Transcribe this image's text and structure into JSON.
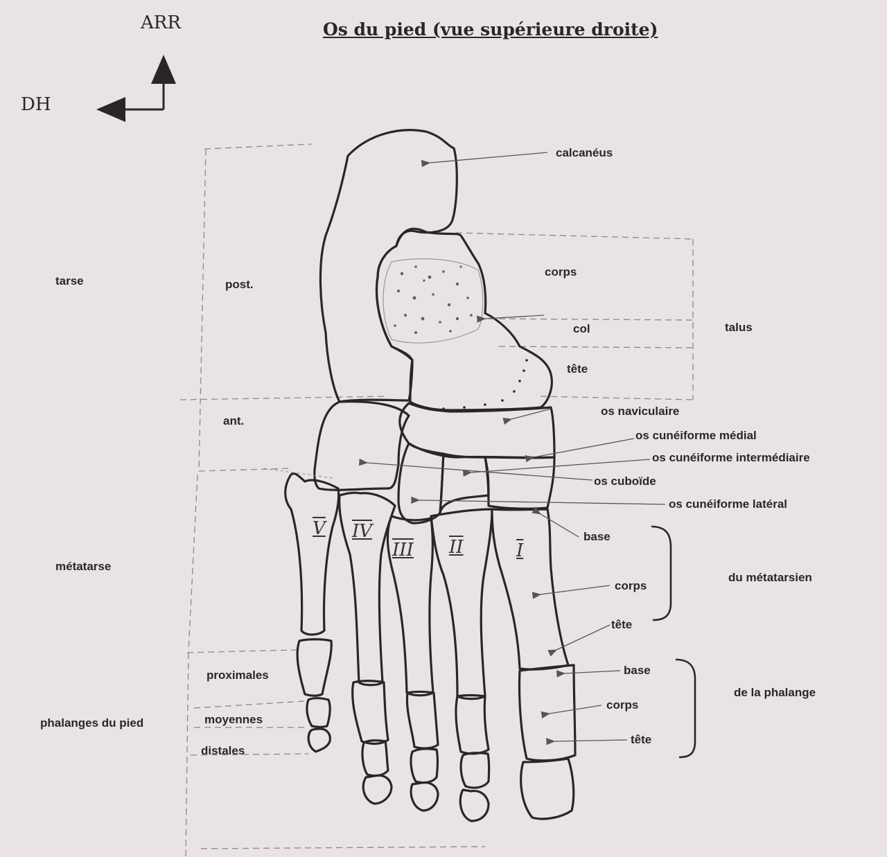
{
  "title": "Os du pied (vue supérieure droite)",
  "orientation": {
    "arr": "ARR",
    "dh": "DH"
  },
  "regions": {
    "tarse": "tarse",
    "metatarse": "métatarse",
    "phalanges": "phalanges du pied"
  },
  "tarse_parts": {
    "post": "post.",
    "ant": "ant."
  },
  "phalanx_rows": {
    "proximales": "proximales",
    "moyennes": "moyennes",
    "distales": "distales"
  },
  "bones": {
    "calcaneus": "calcanéus",
    "corps": "corps",
    "col": "col",
    "tete": "tête",
    "talus": "talus",
    "naviculaire": "os naviculaire",
    "cuneiforme_medial": "os cunéiforme médial",
    "cuneiforme_intermediaire": "os cunéiforme intermédiaire",
    "cuboide": "os cuboïde",
    "cuneiforme_lateral": "os cunéiforme latéral"
  },
  "metatarsal_parts": {
    "base": "base",
    "corps": "corps",
    "tete": "tête",
    "group": "du métatarsien"
  },
  "phalanx_parts": {
    "base": "base",
    "corps": "corps",
    "tete": "tête",
    "group": "de la phalange"
  },
  "numerals": {
    "I": "I",
    "II": "II",
    "III": "III",
    "IV": "IV",
    "V": "V"
  },
  "colors": {
    "paper": "#e9e4e3",
    "ink": "#2b2626",
    "dash": "#888"
  }
}
